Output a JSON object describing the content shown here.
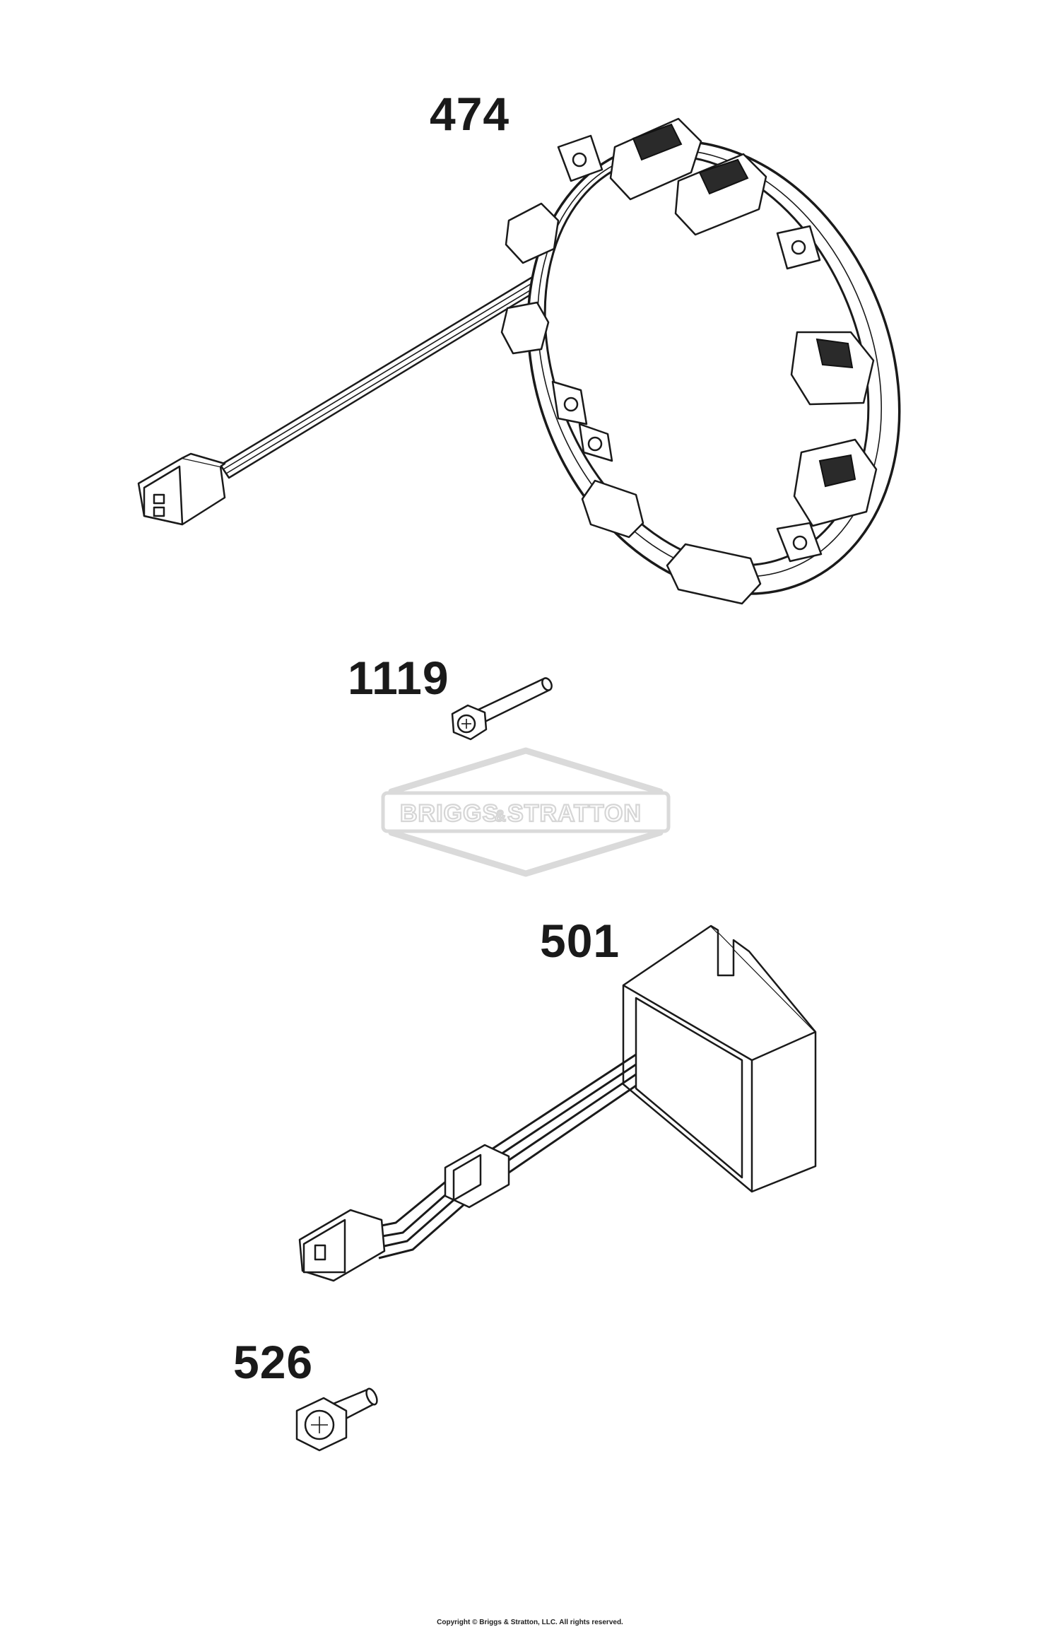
{
  "parts": [
    {
      "id": "474",
      "label": "474",
      "name": "stator"
    },
    {
      "id": "1119",
      "label": "1119",
      "name": "stator-screw"
    },
    {
      "id": "501",
      "label": "501",
      "name": "regulator"
    },
    {
      "id": "526",
      "label": "526",
      "name": "regulator-screw"
    }
  ],
  "watermark": {
    "text_left": "BRIGGS",
    "text_amp": "&",
    "text_right": "STRATTON"
  },
  "copyright": "Copyright © Briggs & Stratton, LLC. All rights reserved.",
  "colors": {
    "line": "#1a1a1a",
    "watermark": "#d6d6d6",
    "background": "#ffffff"
  }
}
